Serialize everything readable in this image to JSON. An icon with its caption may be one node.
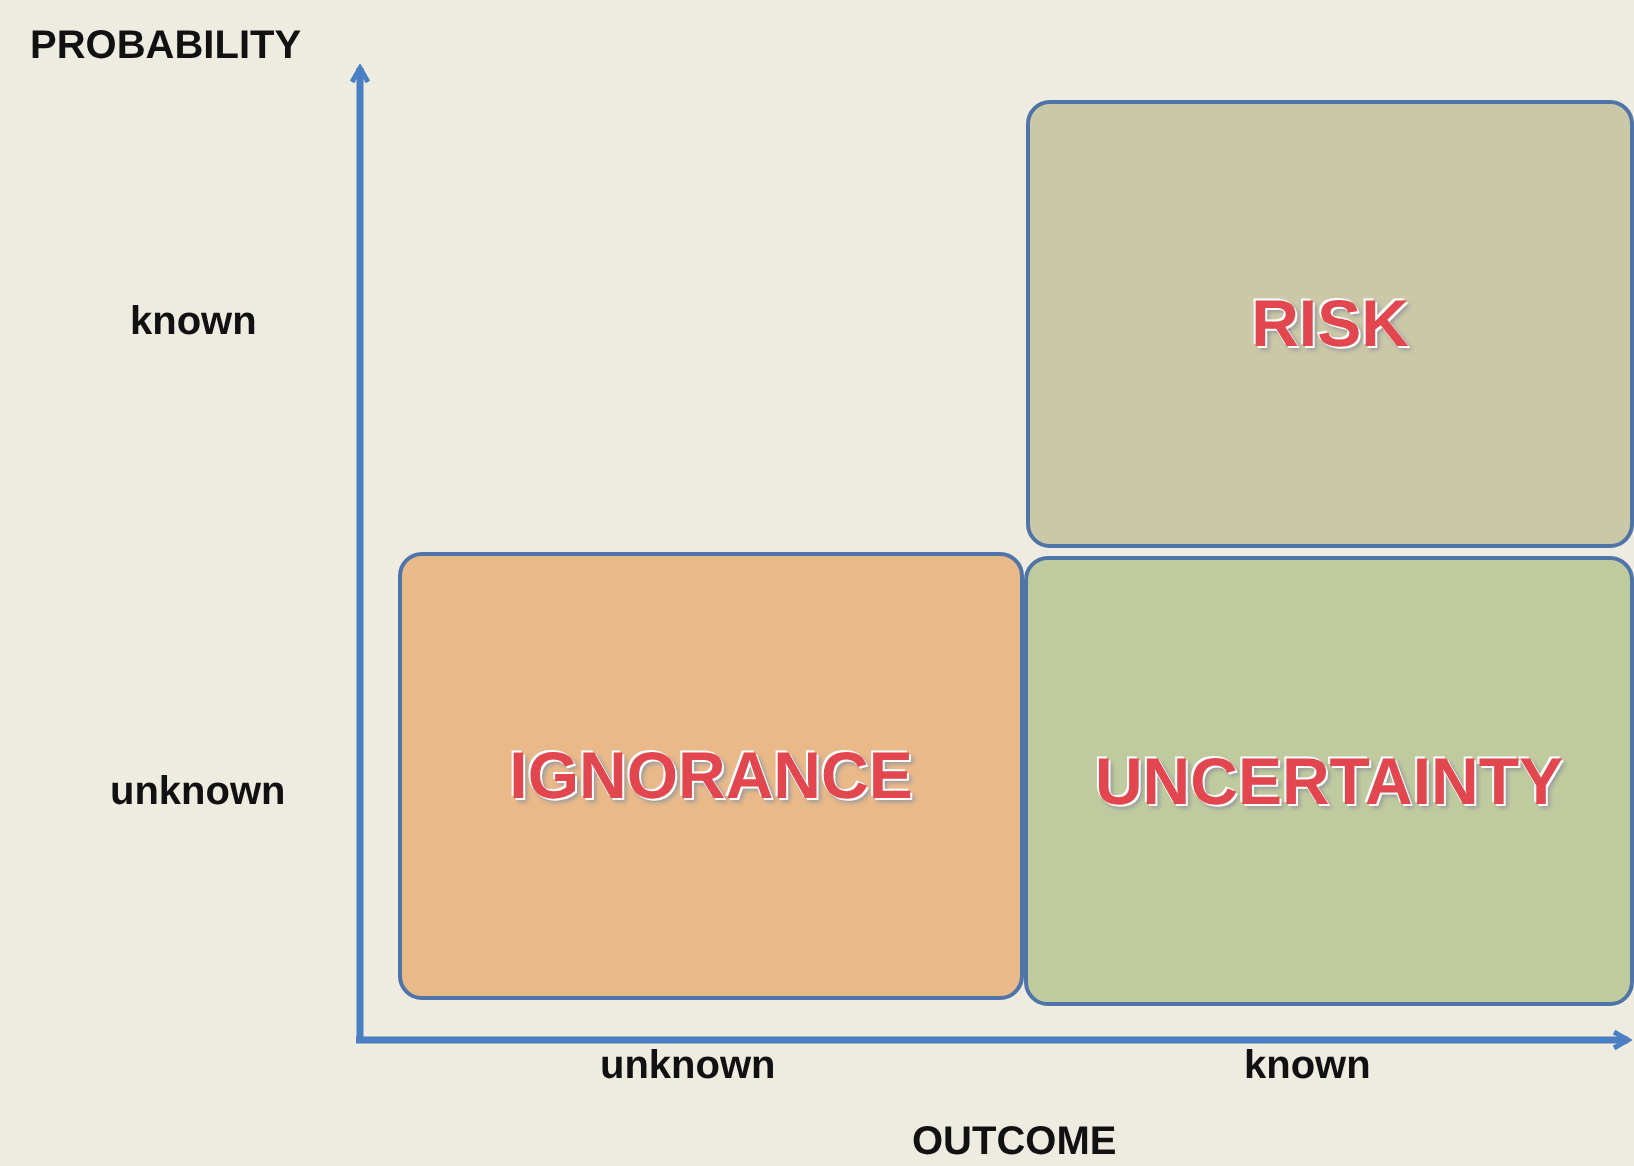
{
  "diagram": {
    "nodes": [
      {
        "text": [
          "RISK"
        ]
      },
      {
        "text": [
          "IGNORANCE"
        ]
      },
      {
        "text": [
          "UNCERTAINTY"
        ]
      }
    ],
    "labels": [
      "PROBABILITY",
      "known",
      "unknown",
      "unknown",
      "known",
      "OUTCOME"
    ]
  }
}
